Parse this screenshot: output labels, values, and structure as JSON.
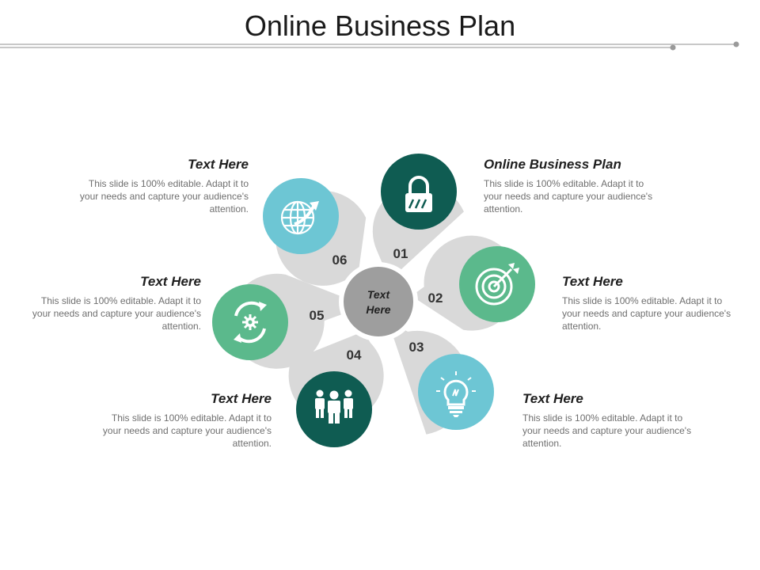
{
  "title": "Online Business Plan",
  "center": {
    "line1": "Text",
    "line2": "Here"
  },
  "colors": {
    "petal": "#d9d9d9",
    "center": "#9e9e9e",
    "dark_teal": "#0f5c52",
    "green": "#5bb98c",
    "light_blue": "#6dc6d4"
  },
  "items": [
    {
      "num": "01",
      "heading": "Online Business Plan",
      "icon": "lock-icon",
      "color": "dark_teal",
      "body": "This slide is 100% editable. Adapt it to your needs and capture your audience's attention."
    },
    {
      "num": "02",
      "heading": "Text Here",
      "icon": "target-icon",
      "color": "green",
      "body": "This slide is 100% editable. Adapt it to your needs and capture your audience's attention."
    },
    {
      "num": "03",
      "heading": "Text Here",
      "icon": "lightbulb-icon",
      "color": "light_blue",
      "body": "This slide is 100% editable. Adapt it to your needs and capture your audience's attention."
    },
    {
      "num": "04",
      "heading": "Text Here",
      "icon": "people-icon",
      "color": "dark_teal",
      "body": "This slide is 100% editable. Adapt it to your needs and capture your audience's attention."
    },
    {
      "num": "05",
      "heading": "Text Here",
      "icon": "gear-cycle-icon",
      "color": "green",
      "body": "This slide is 100% editable. Adapt it to your needs and capture your audience's attention."
    },
    {
      "num": "06",
      "heading": "Text Here",
      "icon": "globe-icon",
      "color": "light_blue",
      "body": "This slide is 100% editable. Adapt it to your needs and capture your audience's attention."
    }
  ]
}
